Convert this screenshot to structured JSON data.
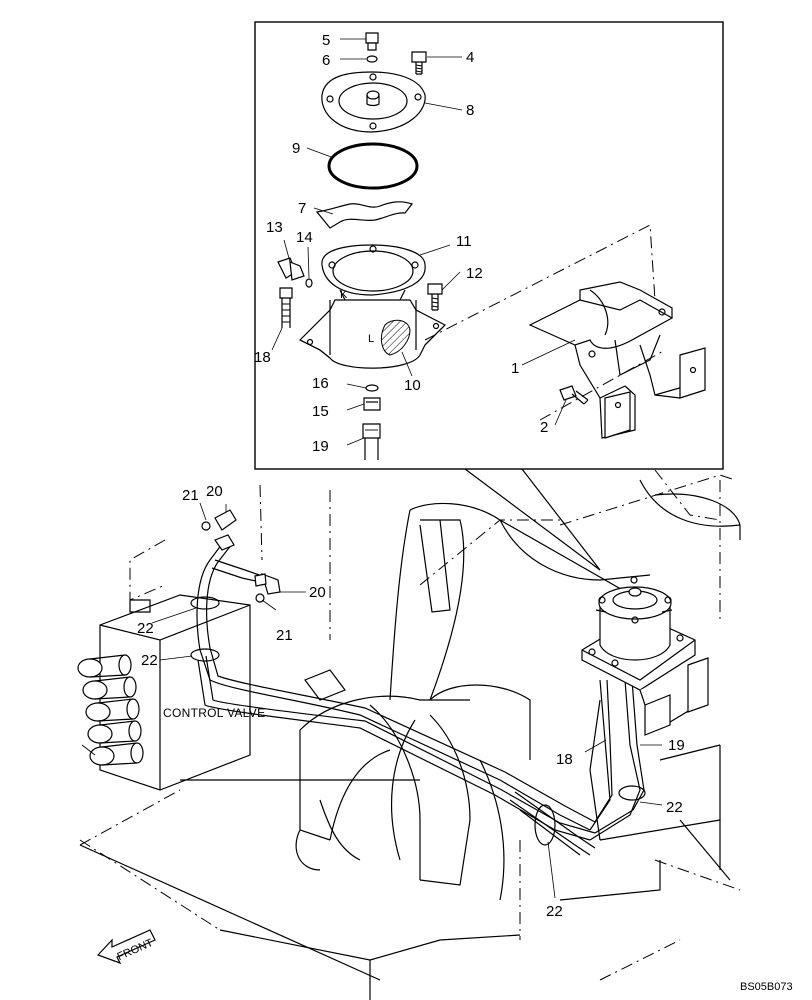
{
  "callouts": {
    "c1": "1",
    "c2": "2",
    "c4": "4",
    "c5": "5",
    "c6": "6",
    "c7": "7",
    "c8": "8",
    "c9": "9",
    "c10": "10",
    "c11": "11",
    "c12": "12",
    "c13": "13",
    "c14": "14",
    "c15": "15",
    "c16": "16",
    "c18": "18",
    "c19": "19",
    "c18b": "18",
    "c19b": "19",
    "c20a": "20",
    "c20b": "20",
    "c21a": "21",
    "c21b": "21",
    "c22a": "22",
    "c22b": "22",
    "c22c": "22",
    "c22d": "22"
  },
  "labels": {
    "control_valve": "CONTROL VALVE",
    "front": "FRONT",
    "drawing_code": "BS05B073"
  }
}
